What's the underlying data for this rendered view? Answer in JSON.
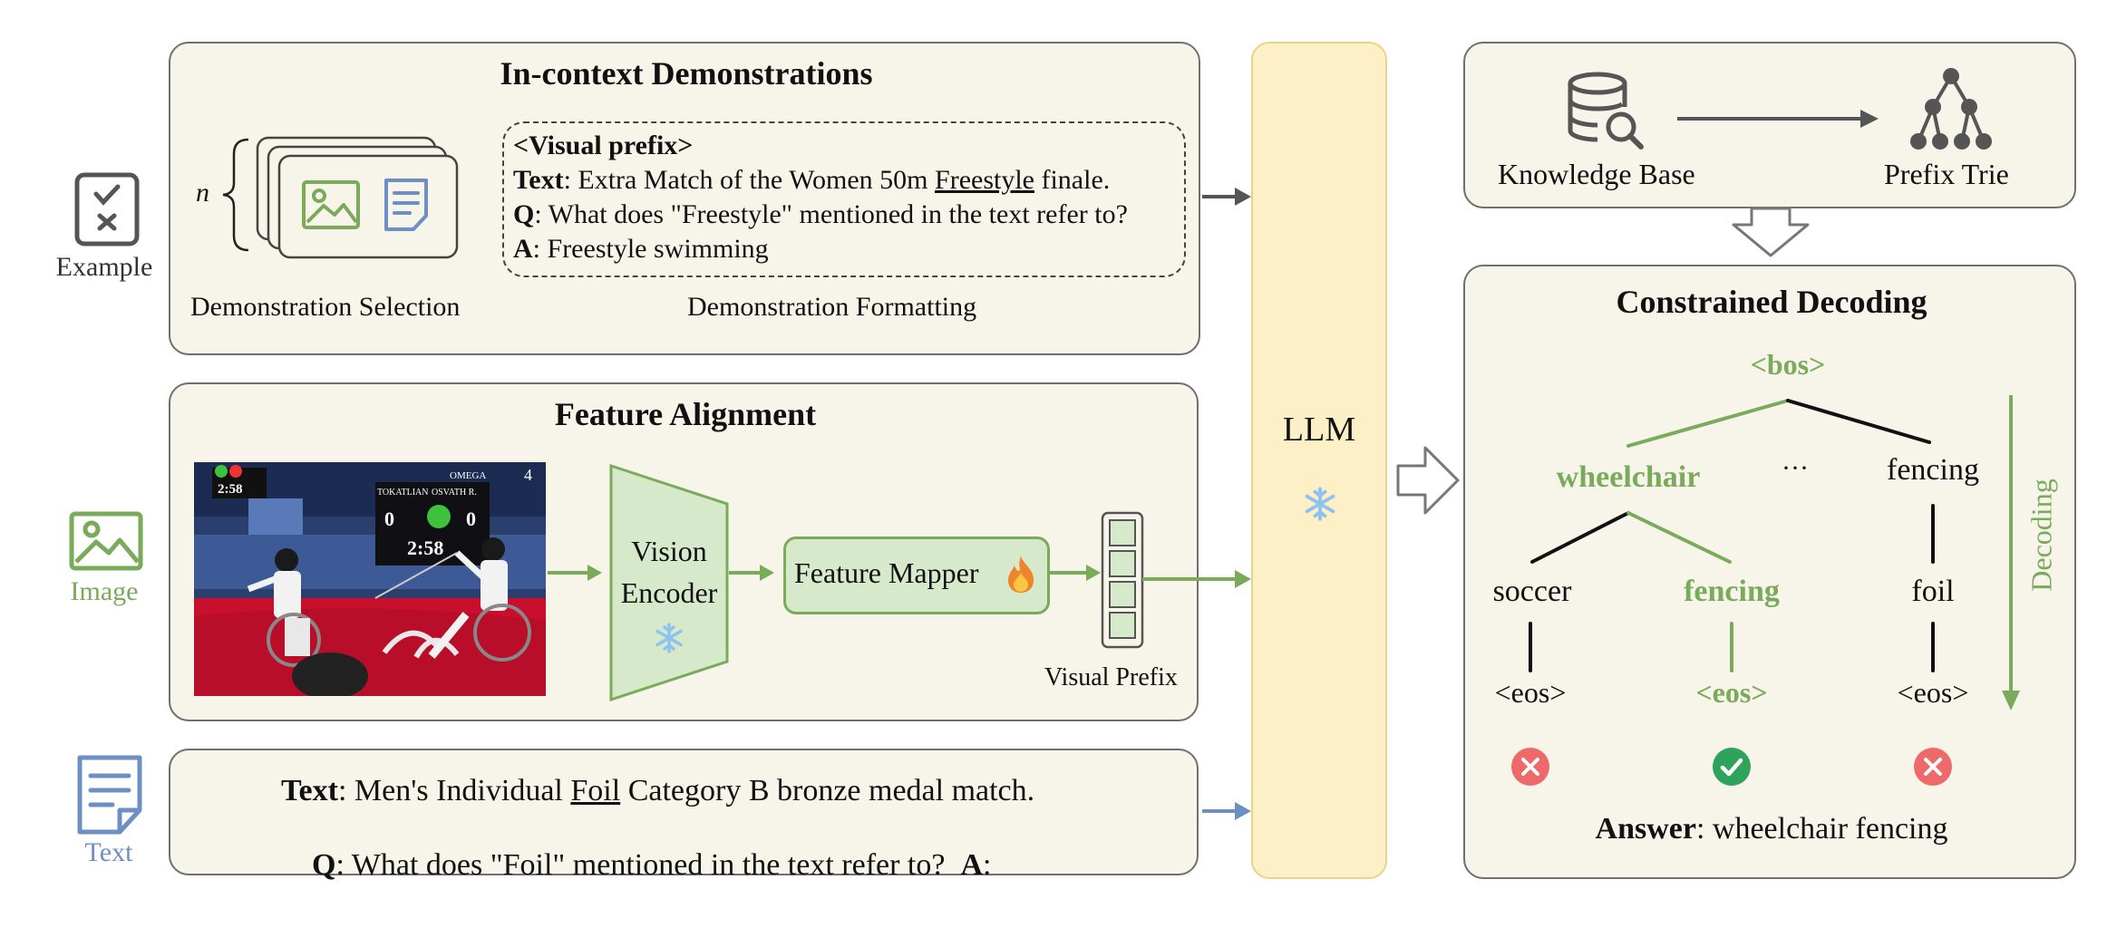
{
  "left_icons": {
    "example": "Example",
    "image": "Image",
    "text": "Text"
  },
  "demonstrations": {
    "title": "In-context Demonstrations",
    "n_label": "n",
    "prefix_tag": "<Visual prefix>",
    "line1_key": "Text",
    "line1_pre": ": Extra Match of the Women 50m ",
    "line1_underlined": "Freestyle",
    "line1_post": " finale.",
    "line2_key": "Q",
    "line2_rest": ": What does \"Freestyle\" mentioned in the text refer to?",
    "line3_key": "A",
    "line3_rest": ": Freestyle swimming",
    "selection_label": "Demonstration Selection",
    "formatting_label": "Demonstration Formatting"
  },
  "feature_alignment": {
    "title": "Feature Alignment",
    "vision_encoder": [
      "Vision",
      "Encoder"
    ],
    "feature_mapper": "Feature Mapper",
    "visual_prefix": "Visual Prefix",
    "scoreboard": {
      "top_time": "2:58",
      "name_left": "TOKATLIAN",
      "name_right": "OSVATH R.",
      "brand": "OMEGA",
      "score_left": "0",
      "score_right": "0",
      "time": "2:58",
      "small_num": "4"
    }
  },
  "query": {
    "line1_key": "Text",
    "line1_pre": ": Men's Individual ",
    "line1_underlined": "Foil",
    "line1_post": " Category B bronze medal match.",
    "line2_key": "Q",
    "line2_rest": ": What does \"Foil\" mentioned in the text refer to?  ",
    "line2_a": "A",
    "line2_end": ":"
  },
  "llm": {
    "label": "LLM"
  },
  "knowledge": {
    "kb_label": "Knowledge Base",
    "trie_label": "Prefix Trie"
  },
  "decoding": {
    "title": "Constrained Decoding",
    "bos": "<bos>",
    "wheelchair": "wheelchair",
    "ellipsis": "···",
    "fencing_top": "fencing",
    "soccer": "soccer",
    "fencing_mid": "fencing",
    "foil": "foil",
    "eos": "<eos>",
    "direction_label": "Decoding",
    "answer_key": "Answer",
    "answer_rest": ": wheelchair fencing"
  },
  "colors": {
    "panel_bg": "#f7f4ea",
    "green": "#7aab5a",
    "blue": "#6d8fc4",
    "llm_bg": "#fdefc6",
    "llm_border": "#ead38a",
    "red": "#ee6a6a",
    "check_green": "#2ea45a"
  }
}
